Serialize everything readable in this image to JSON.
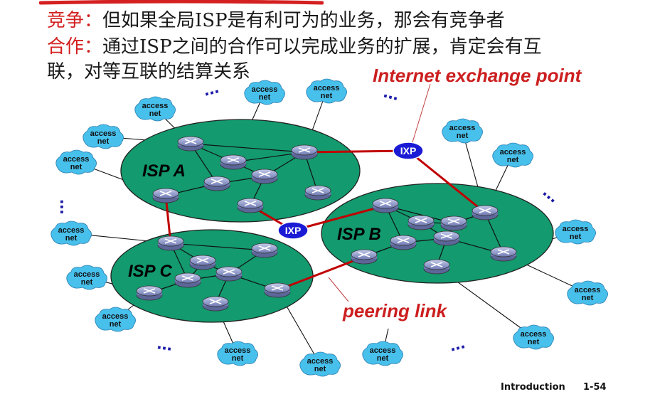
{
  "text": {
    "competition_label": "竞争：",
    "competition_text": "但如果全局ISP是有利可为的业务，那会有竞争者",
    "cooperation_label": "合作：",
    "cooperation_text_1": "通过ISP之间的合作可以完成业务的扩展，肯定会有互",
    "cooperation_text_2": "联，对等互联的结算关系"
  },
  "diagram": {
    "isp_a": "ISP A",
    "isp_b": "ISP B",
    "isp_c": "ISP C",
    "ixp_label": "IXP",
    "access_net_line1": "access",
    "access_net_line2": "net",
    "internet_exchange_point_label": "Internet exchange point",
    "peering_link_label": "peering link",
    "ellipsis": "..."
  },
  "footer": {
    "section": "Introduction",
    "page": "1-54"
  },
  "colors": {
    "isp_cloud": "#139a6e",
    "access_cloud": "#48c0ec",
    "ixp": "#1b1bd6",
    "peering": "#c00000",
    "router": "#8a96c8",
    "dots": "#1c1ca8"
  }
}
